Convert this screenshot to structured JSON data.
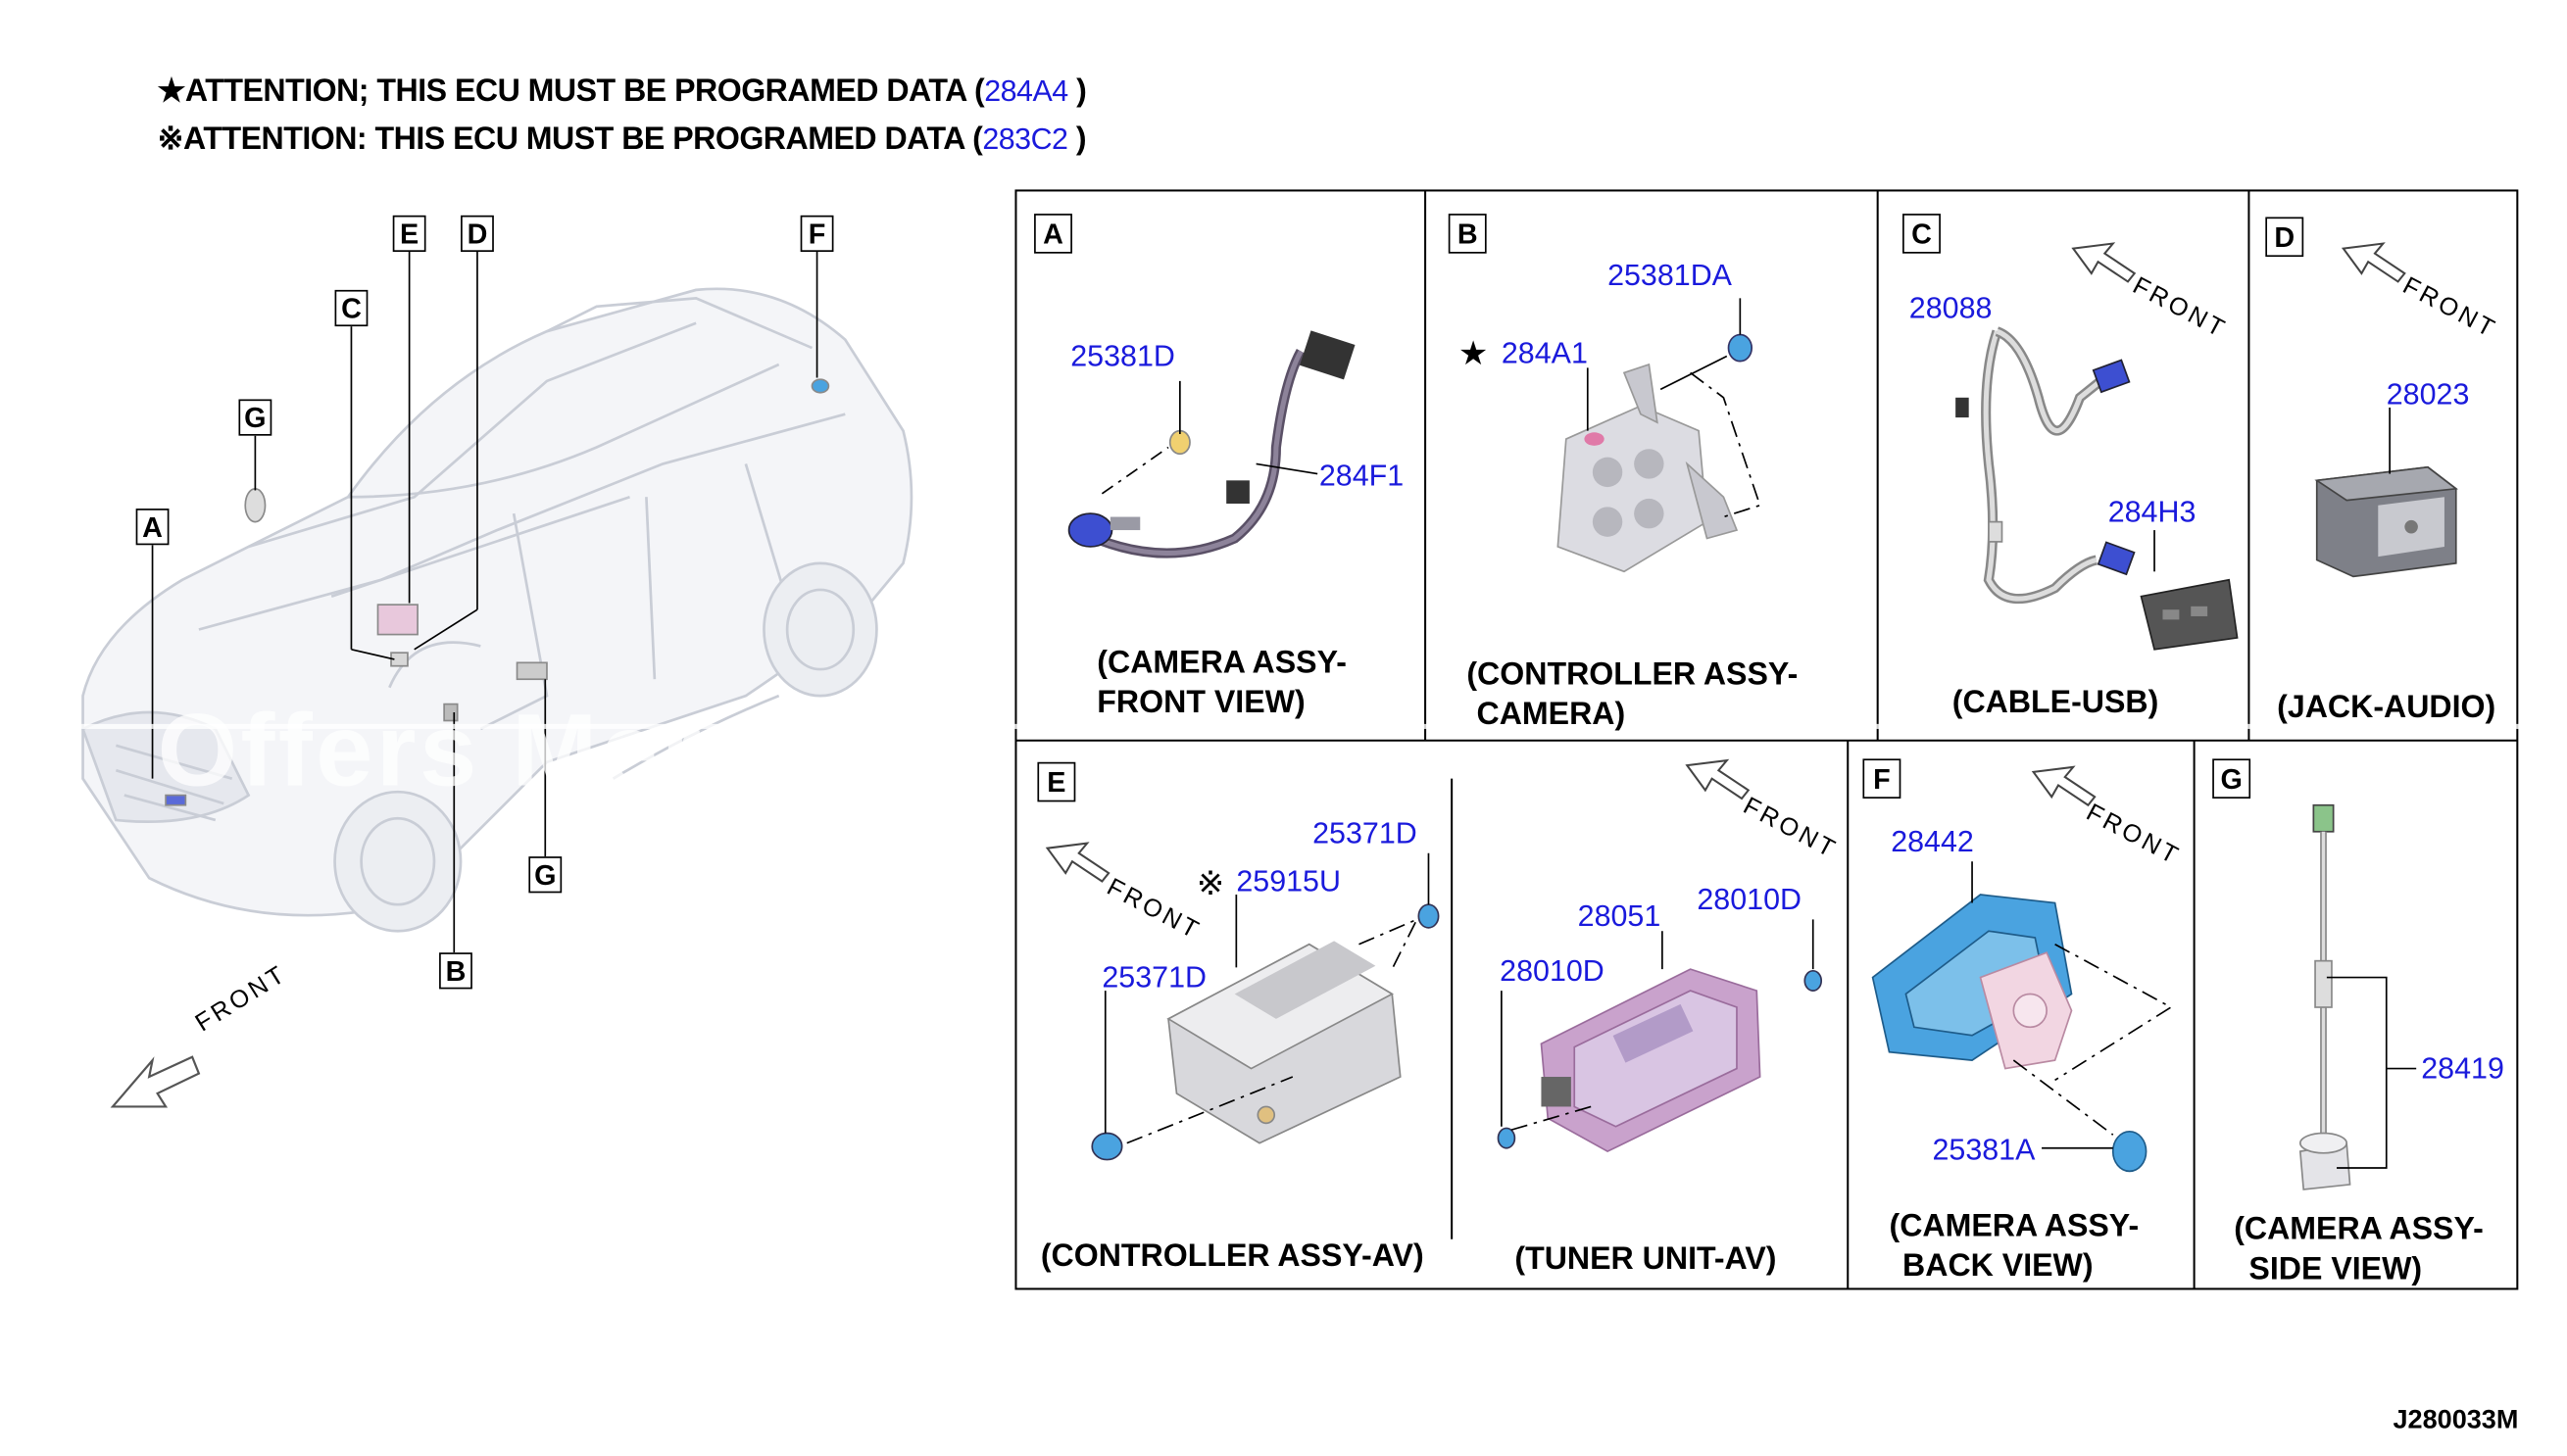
{
  "attention": [
    {
      "mark": "★",
      "text": "ATTENTION; THIS ECU MUST BE PROGRAMED DATA (",
      "part": "284A4",
      "close": ")"
    },
    {
      "mark": "※",
      "text": "ATTENTION: THIS ECU MUST BE PROGRAMED DATA (",
      "part": "283C2",
      "close": ")"
    }
  ],
  "vehicle": {
    "callouts": [
      "A",
      "B",
      "C",
      "D",
      "E",
      "F",
      "G",
      "G"
    ],
    "front_label": "FRONT"
  },
  "panels": {
    "A": {
      "label": "A",
      "parts": [
        "25381D",
        "284F1"
      ],
      "caption": [
        "(CAMERA ASSY-",
        "FRONT VIEW)"
      ]
    },
    "B": {
      "label": "B",
      "parts": [
        "25381DA",
        "284A1"
      ],
      "star": "★",
      "caption": [
        "(CONTROLLER ASSY-",
        "CAMERA)"
      ]
    },
    "C": {
      "label": "C",
      "parts": [
        "28088",
        "284H3"
      ],
      "front": "FRONT",
      "caption": [
        "(CABLE-USB)"
      ]
    },
    "D": {
      "label": "D",
      "parts": [
        "28023"
      ],
      "front": "FRONT",
      "caption": [
        "(JACK-AUDIO)"
      ]
    },
    "E": {
      "label": "E",
      "parts": [
        "25371D",
        "25915U",
        "25371D",
        "28051",
        "28010D",
        "28010D"
      ],
      "mark": "※",
      "front": "FRONT",
      "captions": [
        "(CONTROLLER ASSY-AV)",
        "(TUNER UNIT-AV)"
      ]
    },
    "F": {
      "label": "F",
      "parts": [
        "28442",
        "25381A"
      ],
      "front": "FRONT",
      "caption": [
        "(CAMERA ASSY-",
        "BACK VIEW)"
      ]
    },
    "G": {
      "label": "G",
      "parts": [
        "28419"
      ],
      "caption": [
        "(CAMERA ASSY-",
        "SIDE VIEW)"
      ]
    }
  },
  "watermark": "Offers Merch",
  "diagram_code": "J280033M"
}
